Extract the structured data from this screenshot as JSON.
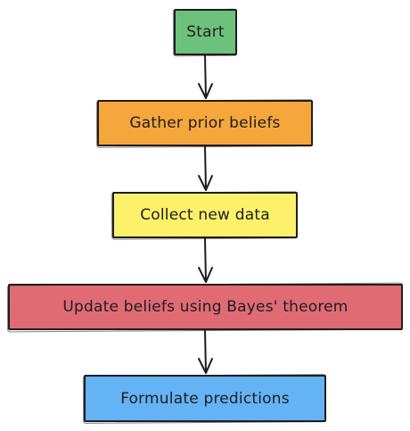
{
  "diagram": {
    "type": "flowchart",
    "nodes": [
      {
        "id": "start",
        "label": "Start",
        "color": "#6cc27a"
      },
      {
        "id": "gather",
        "label": "Gather prior beliefs",
        "color": "#f5a73b"
      },
      {
        "id": "collect",
        "label": "Collect new data",
        "color": "#fdf06b"
      },
      {
        "id": "update",
        "label": "Update beliefs using Bayes' theorem",
        "color": "#e06b73"
      },
      {
        "id": "predict",
        "label": "Formulate predictions",
        "color": "#63b3f5"
      }
    ],
    "edges": [
      {
        "from": "start",
        "to": "gather"
      },
      {
        "from": "gather",
        "to": "collect"
      },
      {
        "from": "collect",
        "to": "update"
      },
      {
        "from": "update",
        "to": "predict"
      }
    ]
  }
}
